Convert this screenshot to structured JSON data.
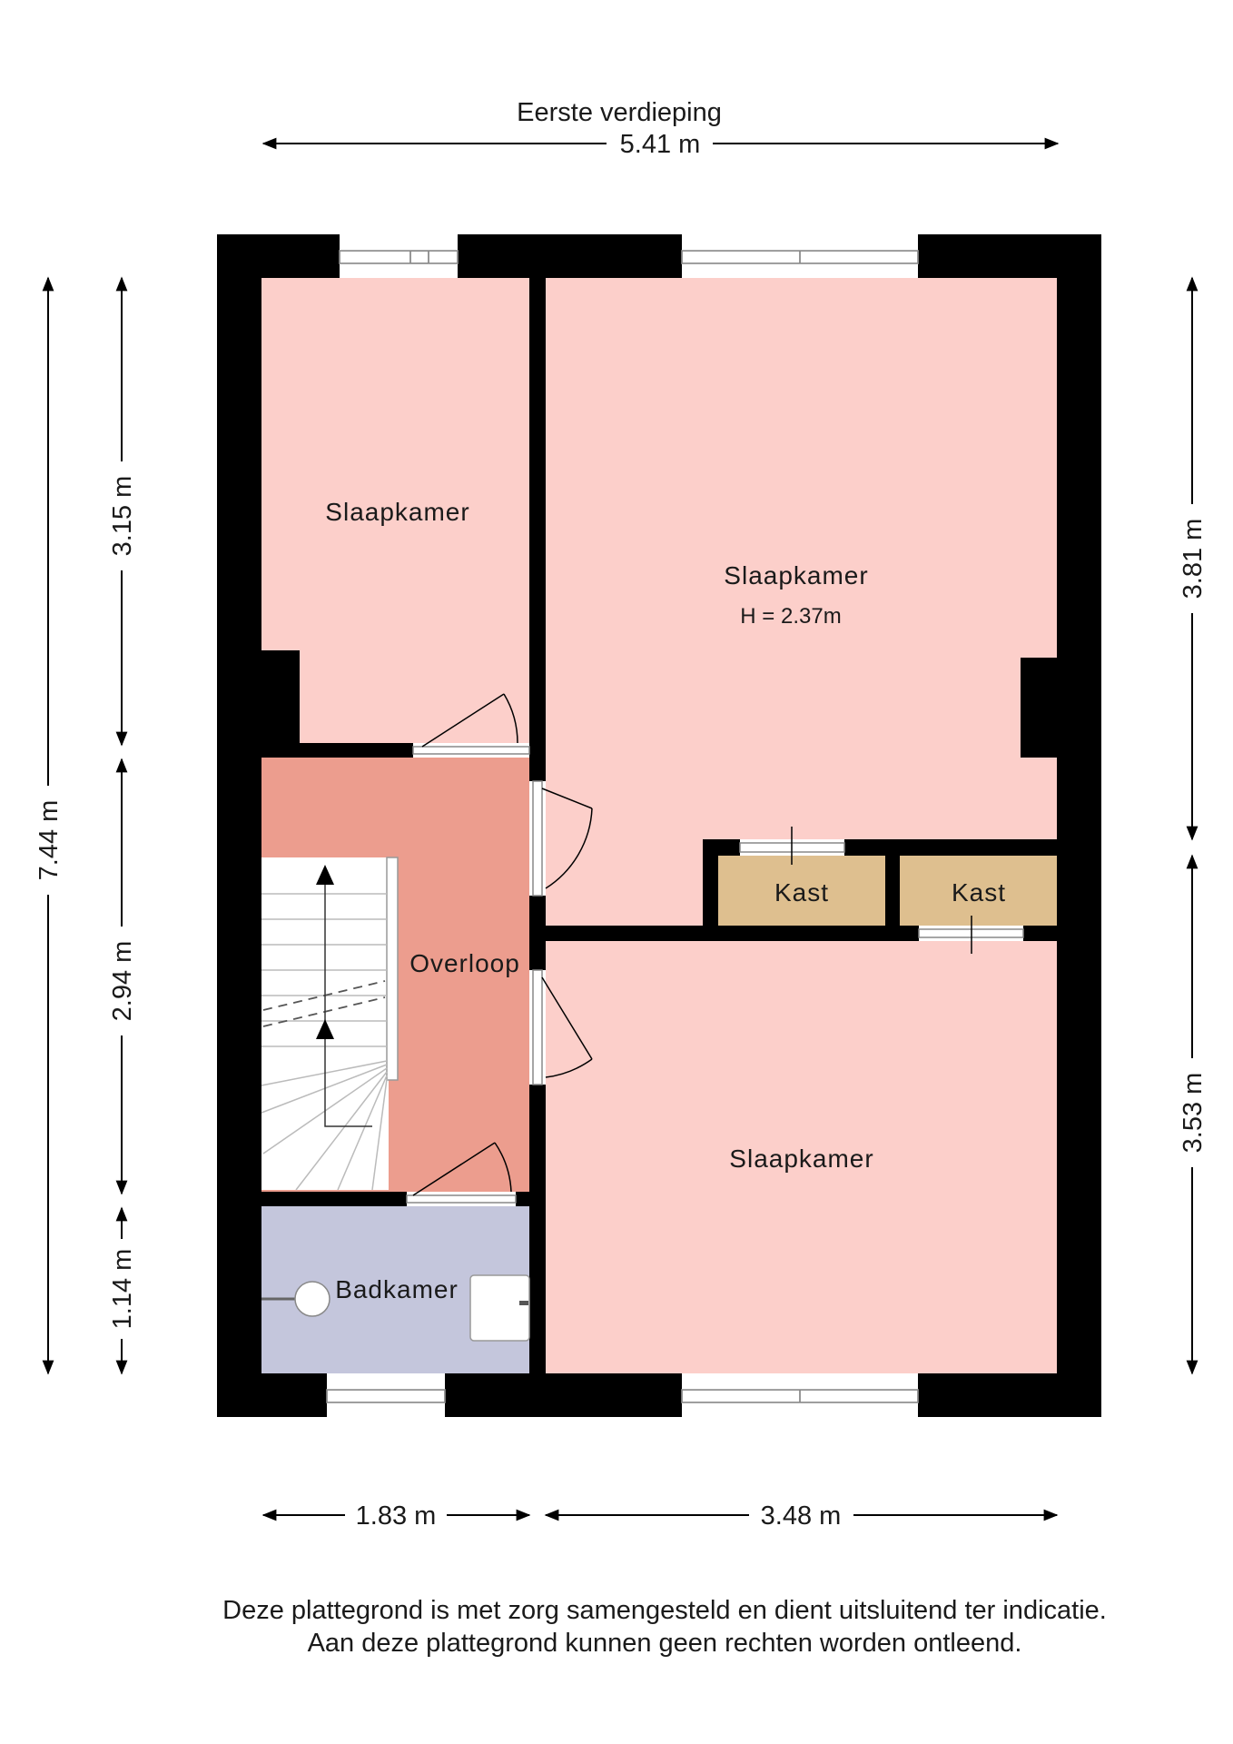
{
  "floor_title": "Eerste verdieping",
  "dimensions": {
    "top_total": "5.41 m",
    "left_total": "7.44 m",
    "left_seg1": "3.15 m",
    "left_seg2": "2.94 m",
    "left_seg3": "1.14 m",
    "right_seg1": "3.81 m",
    "right_seg2": "3.53 m",
    "bottom_left": "1.83 m",
    "bottom_right": "3.48 m"
  },
  "rooms": {
    "bedroom_small": "Slaapkamer",
    "bedroom_master": "Slaapkamer",
    "ceiling_height": "H = 2.37m",
    "bedroom_bottom": "Slaapkamer",
    "closet_left": "Kast",
    "closet_right": "Kast",
    "landing": "Overloop",
    "bathroom": "Badkamer"
  },
  "disclaimer": {
    "line1": "Deze plattegrond is met zorg samengesteld en dient uitsluitend ter indicatie.",
    "line2": "Aan deze plattegrond kunnen geen rechten worden ontleend."
  },
  "colors": {
    "wall": "#000000",
    "bedroom": "#fccfca",
    "landing": "#ec9d8e",
    "closet": "#debf8f",
    "bathroom": "#c4c6dc"
  }
}
